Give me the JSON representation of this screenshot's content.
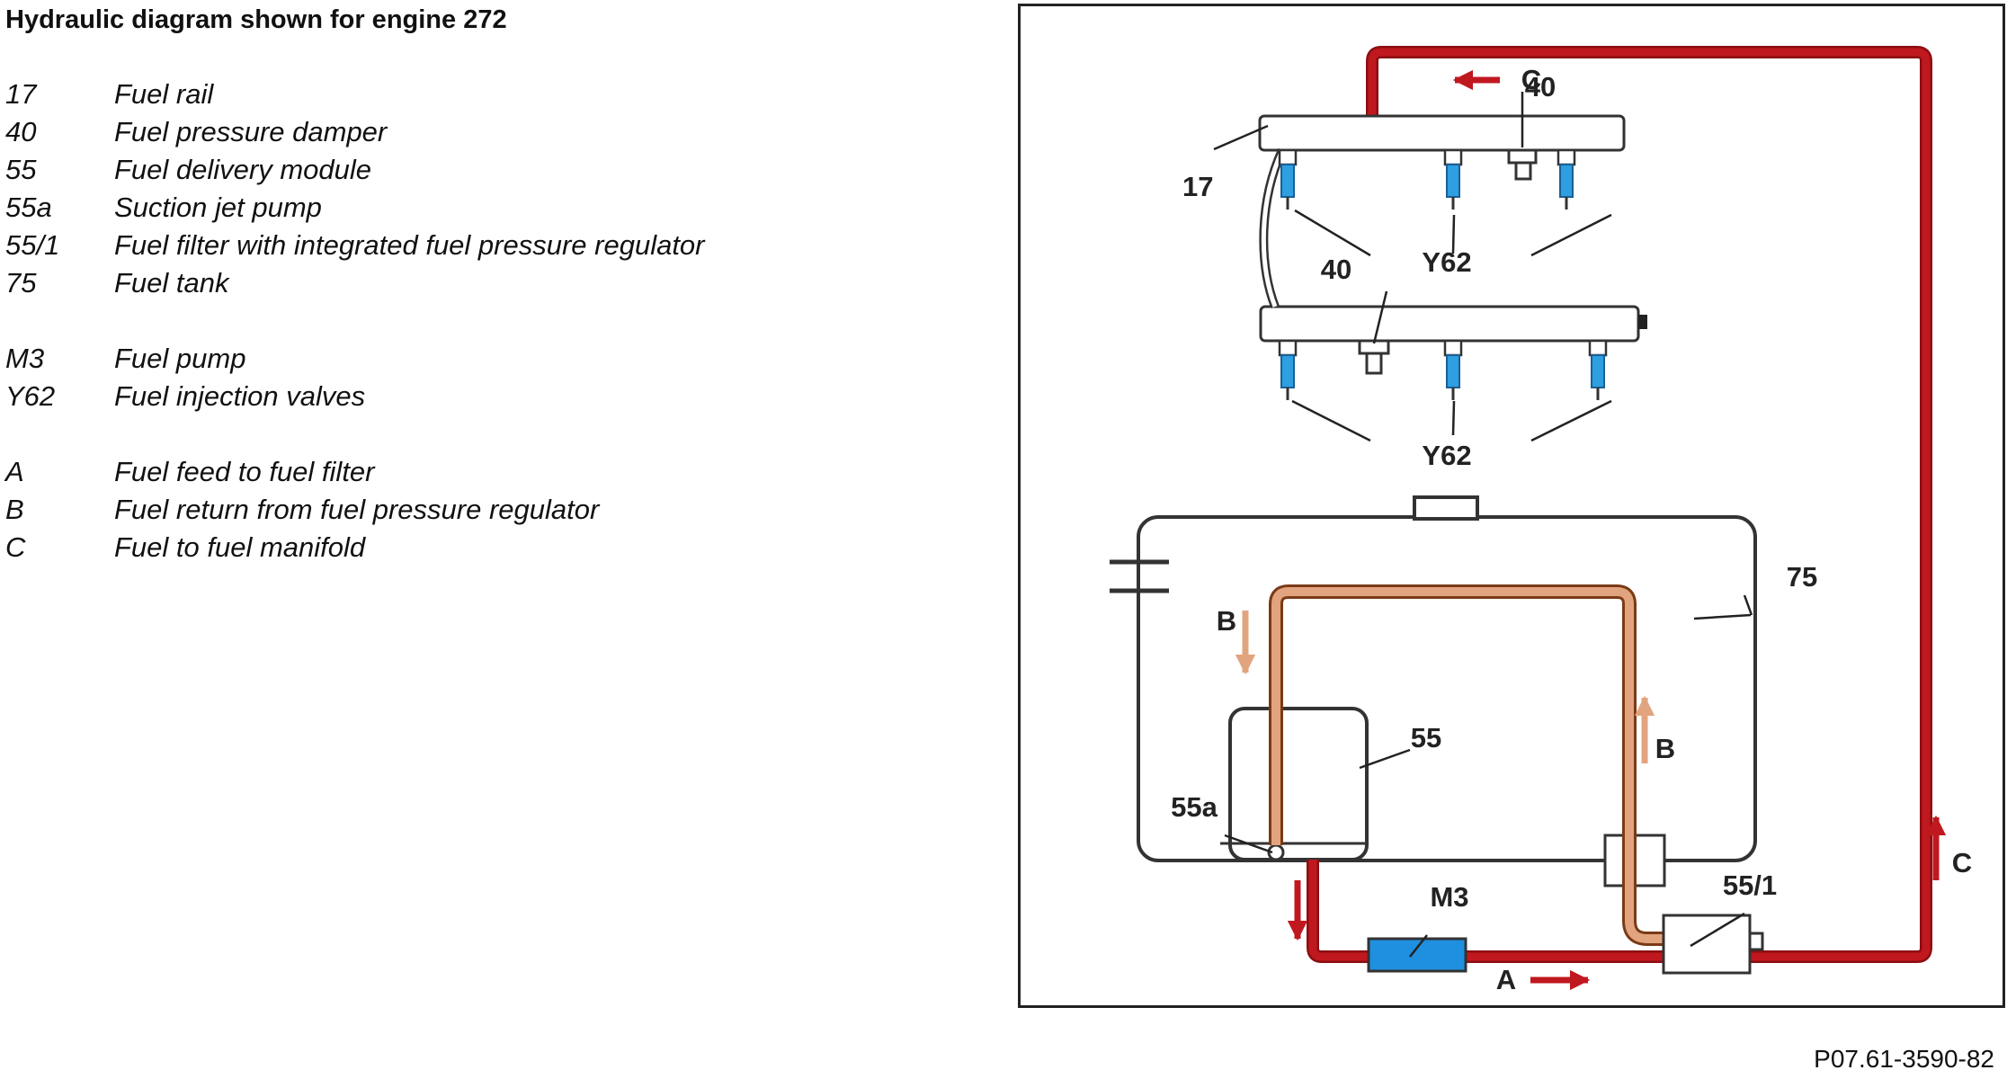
{
  "title": "Hydraulic diagram shown for engine 272",
  "legend": {
    "groups": [
      [
        {
          "key": "17",
          "label": "Fuel rail"
        },
        {
          "key": "40",
          "label": "Fuel pressure damper"
        },
        {
          "key": "55",
          "label": "Fuel delivery module"
        },
        {
          "key": "55a",
          "label": "Suction jet pump"
        },
        {
          "key": "55/1",
          "label": "Fuel filter with integrated fuel pressure regulator"
        },
        {
          "key": "75",
          "label": "Fuel tank"
        }
      ],
      [
        {
          "key": "M3",
          "label": "Fuel pump"
        },
        {
          "key": "Y62",
          "label": "Fuel injection valves"
        }
      ],
      [
        {
          "key": "A",
          "label": "Fuel feed to fuel filter"
        },
        {
          "key": "B",
          "label": "Fuel return from fuel pressure regulator"
        },
        {
          "key": "C",
          "label": "Fuel to fuel manifold"
        }
      ]
    ]
  },
  "diagram": {
    "labels": {
      "rail": "17",
      "damper_top": "40",
      "damper_bottom": "40",
      "valves_top": "Y62",
      "valves_bottom": "Y62",
      "tank": "75",
      "module": "55",
      "jet_pump": "55a",
      "pump": "M3",
      "filter": "55/1",
      "feed": "A",
      "return_left": "B",
      "return_right": "B",
      "manifold_top": "C",
      "manifold_right": "C"
    },
    "colors": {
      "feed_line": "#c0181f",
      "return_line": "#e2a47e",
      "injector": "#2e9fe0",
      "pump": "#1f8fe0"
    }
  },
  "figure_id": "P07.61-3590-82"
}
